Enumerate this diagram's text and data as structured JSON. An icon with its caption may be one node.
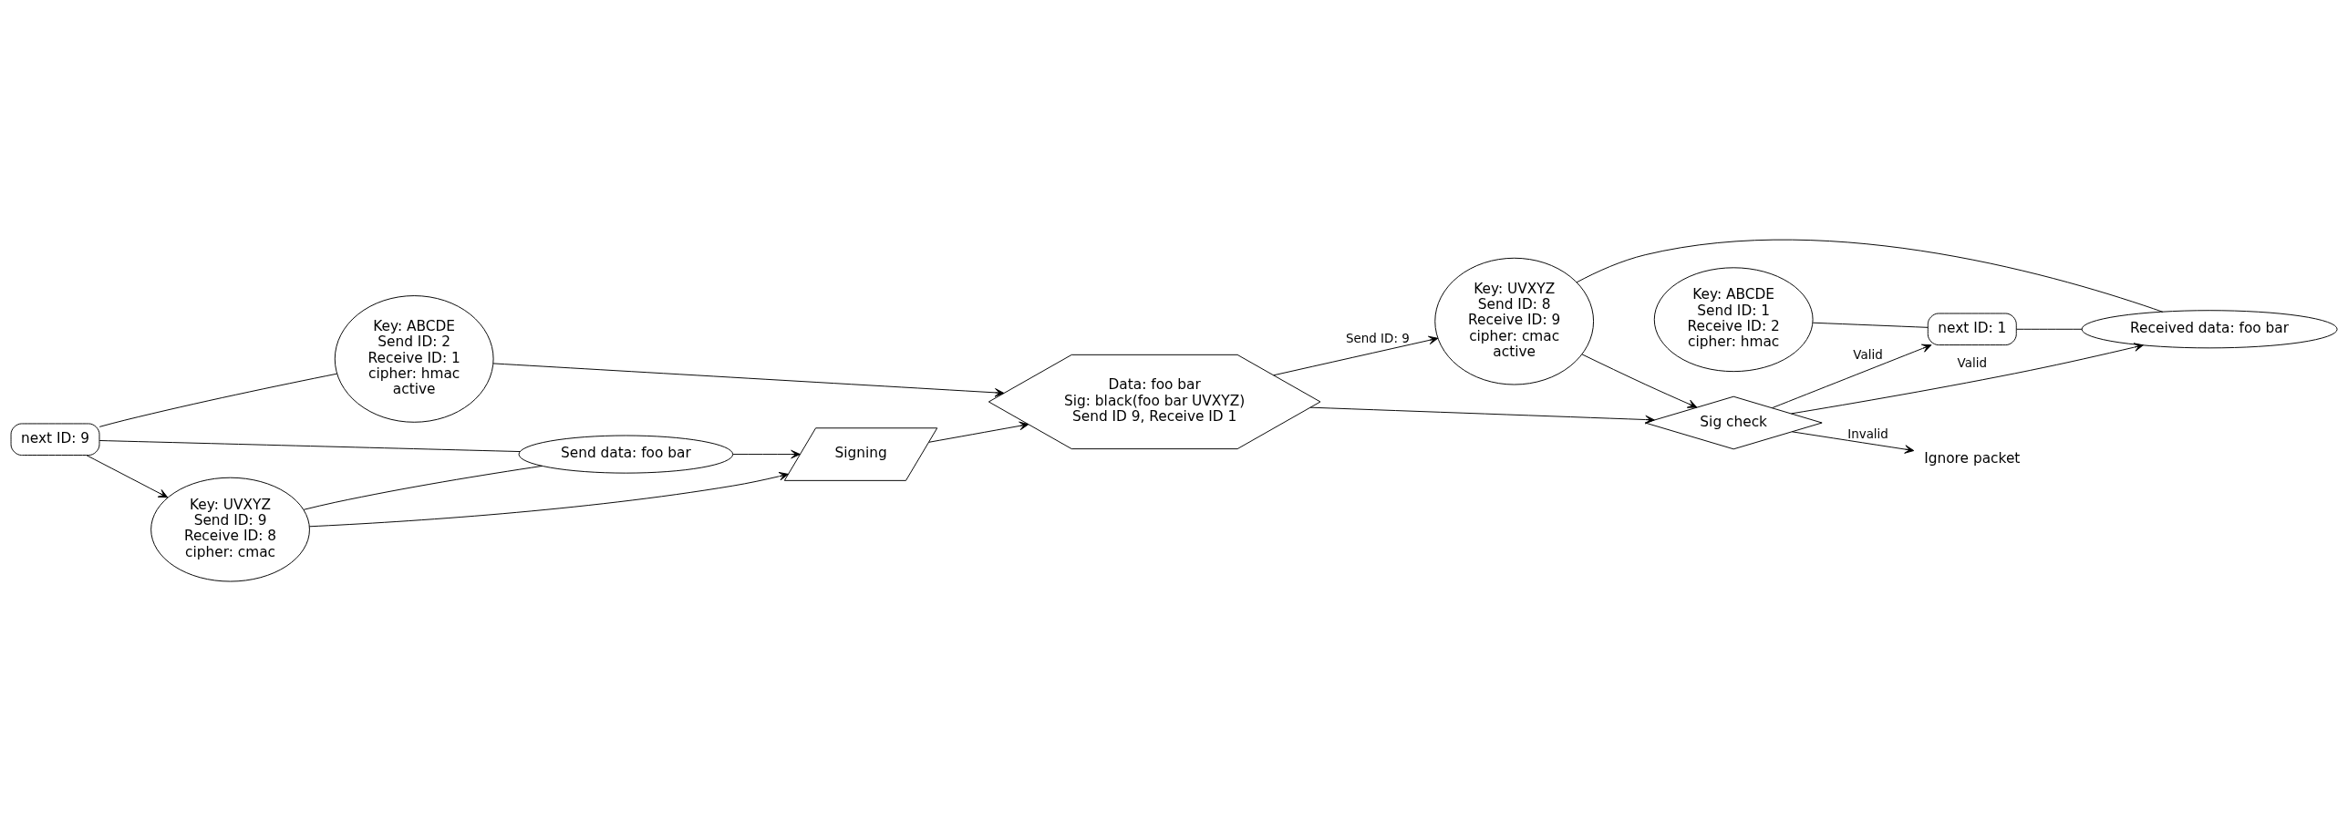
{
  "diagram": {
    "nodes": [
      {
        "text": [
          "Key: ABCDE",
          "Send ID: 1",
          "Receive ID: 2",
          "cipher: hmac"
        ]
      },
      {
        "text": [
          "next ID: 1"
        ]
      },
      {
        "text": [
          "next ID: 9"
        ]
      },
      {
        "text": [
          "Key: ABCDE",
          "Send ID: 2",
          "Receive ID: 1",
          "cipher: hmac",
          "active"
        ]
      },
      {
        "text": [
          "Key: UVXYZ",
          "Send ID: 8",
          "Receive ID: 9",
          "cipher: cmac",
          "active"
        ]
      },
      {
        "text": [
          "Sig check"
        ]
      },
      {
        "text": [
          "Data: foo bar",
          "Sig: black(foo bar UVXYZ)",
          "Send ID 9, Receive ID 1"
        ]
      },
      {
        "text": [
          "Signing"
        ]
      },
      {
        "text": [
          "Key: UVXYZ",
          "Send ID: 9",
          "Receive ID: 8",
          "cipher: cmac"
        ]
      },
      {
        "text": [
          "Ignore packet"
        ]
      },
      {
        "text": [
          "Received data: foo bar"
        ]
      },
      {
        "text": [
          "Send data: foo bar"
        ]
      }
    ],
    "edges": [
      {
        "from": 0,
        "to": 1,
        "arrow": "none"
      },
      {
        "from": 2,
        "to": 3,
        "arrow": "none"
      },
      {
        "from": 1,
        "to": 10,
        "arrow": "none"
      },
      {
        "from": 4,
        "to": 10,
        "arrow": "none"
      },
      {
        "from": 2,
        "to": 11,
        "arrow": "none"
      },
      {
        "from": 8,
        "to": 11,
        "arrow": "none"
      },
      {
        "from": 4,
        "to": 5,
        "arrow": "to"
      },
      {
        "from": 5,
        "to": 9,
        "arrow": "to",
        "label": "Invalid"
      },
      {
        "from": 5,
        "to": 10,
        "arrow": "to",
        "label": "Valid"
      },
      {
        "from": 5,
        "to": 1,
        "arrow": "to",
        "label": "Valid"
      },
      {
        "from": 6,
        "to": 5,
        "arrow": "to"
      },
      {
        "from": 6,
        "to": 4,
        "arrow": "to",
        "label": "Send ID: 9"
      },
      {
        "from": 7,
        "to": 6,
        "arrow": "to"
      },
      {
        "from": 8,
        "to": 7,
        "arrow": "to"
      },
      {
        "from": 11,
        "to": 7,
        "arrow": "to"
      },
      {
        "from": 3,
        "to": 6,
        "arrow": "to"
      },
      {
        "from": 2,
        "to": 8,
        "arrow": "to"
      }
    ]
  }
}
